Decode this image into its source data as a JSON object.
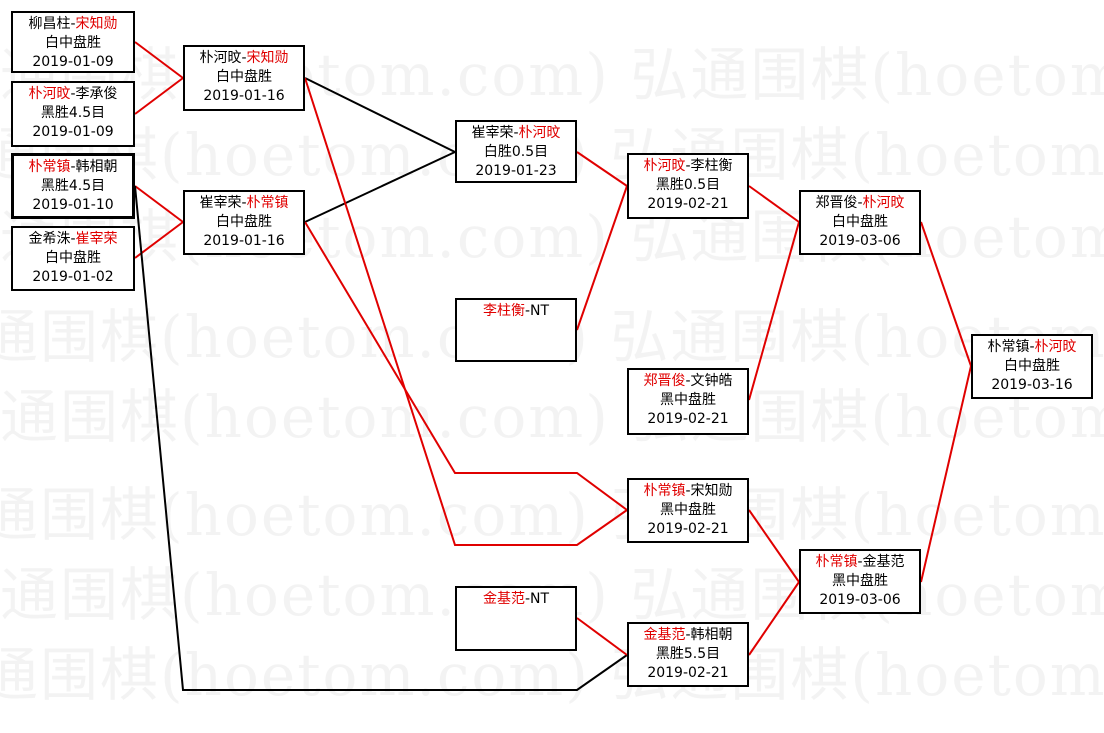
{
  "watermark": "弘通围棋(hoetom.com)",
  "colors": {
    "winner": "#e00000",
    "line_red": "#e00000",
    "line_black": "#000000"
  },
  "matches": [
    {
      "id": "A",
      "p1": "柳昌柱",
      "p2": "宋知勋",
      "winner": 2,
      "result": "白中盘胜",
      "date": "2019-01-09"
    },
    {
      "id": "B",
      "p1": "朴河旼",
      "p2": "李承俊",
      "winner": 1,
      "result": "黑胜4.5目",
      "date": "2019-01-09"
    },
    {
      "id": "C",
      "p1": "朴常镇",
      "p2": "韩相朝",
      "winner": 1,
      "result": "黑胜4.5目",
      "date": "2019-01-10"
    },
    {
      "id": "D",
      "p1": "金希洙",
      "p2": "崔宰荣",
      "winner": 2,
      "result": "白中盘胜",
      "date": "2019-01-02"
    },
    {
      "id": "E",
      "p1": "朴河旼",
      "p2": "宋知勋",
      "winner": 2,
      "result": "白中盘胜",
      "date": "2019-01-16"
    },
    {
      "id": "F",
      "p1": "崔宰荣",
      "p2": "朴常镇",
      "winner": 2,
      "result": "白中盘胜",
      "date": "2019-01-16"
    },
    {
      "id": "G",
      "p1": "崔宰荣",
      "p2": "朴河旼",
      "winner": 2,
      "result": "白胜0.5目",
      "date": "2019-01-23"
    },
    {
      "id": "H",
      "p1": "李柱衡",
      "p2": "NT",
      "winner": 1,
      "result": "",
      "date": ""
    },
    {
      "id": "I",
      "p1": "朴河旼",
      "p2": "李柱衡",
      "winner": 1,
      "result": "黑胜0.5目",
      "date": "2019-02-21"
    },
    {
      "id": "J",
      "p1": "郑晋俊",
      "p2": "文钟皓",
      "winner": 1,
      "result": "黑中盘胜",
      "date": "2019-02-21"
    },
    {
      "id": "K",
      "p1": "朴常镇",
      "p2": "宋知勋",
      "winner": 1,
      "result": "黑中盘胜",
      "date": "2019-02-21"
    },
    {
      "id": "L",
      "p1": "金基范",
      "p2": "NT",
      "winner": 1,
      "result": "",
      "date": ""
    },
    {
      "id": "M",
      "p1": "金基范",
      "p2": "韩相朝",
      "winner": 1,
      "result": "黑胜5.5目",
      "date": "2019-02-21"
    },
    {
      "id": "N",
      "p1": "郑晋俊",
      "p2": "朴河旼",
      "winner": 2,
      "result": "白中盘胜",
      "date": "2019-03-06"
    },
    {
      "id": "O",
      "p1": "朴常镇",
      "p2": "金基范",
      "winner": 1,
      "result": "黑中盘胜",
      "date": "2019-03-06"
    },
    {
      "id": "P",
      "p1": "朴常镇",
      "p2": "朴河旼",
      "winner": 2,
      "result": "白中盘胜",
      "date": "2019-03-16"
    }
  ]
}
